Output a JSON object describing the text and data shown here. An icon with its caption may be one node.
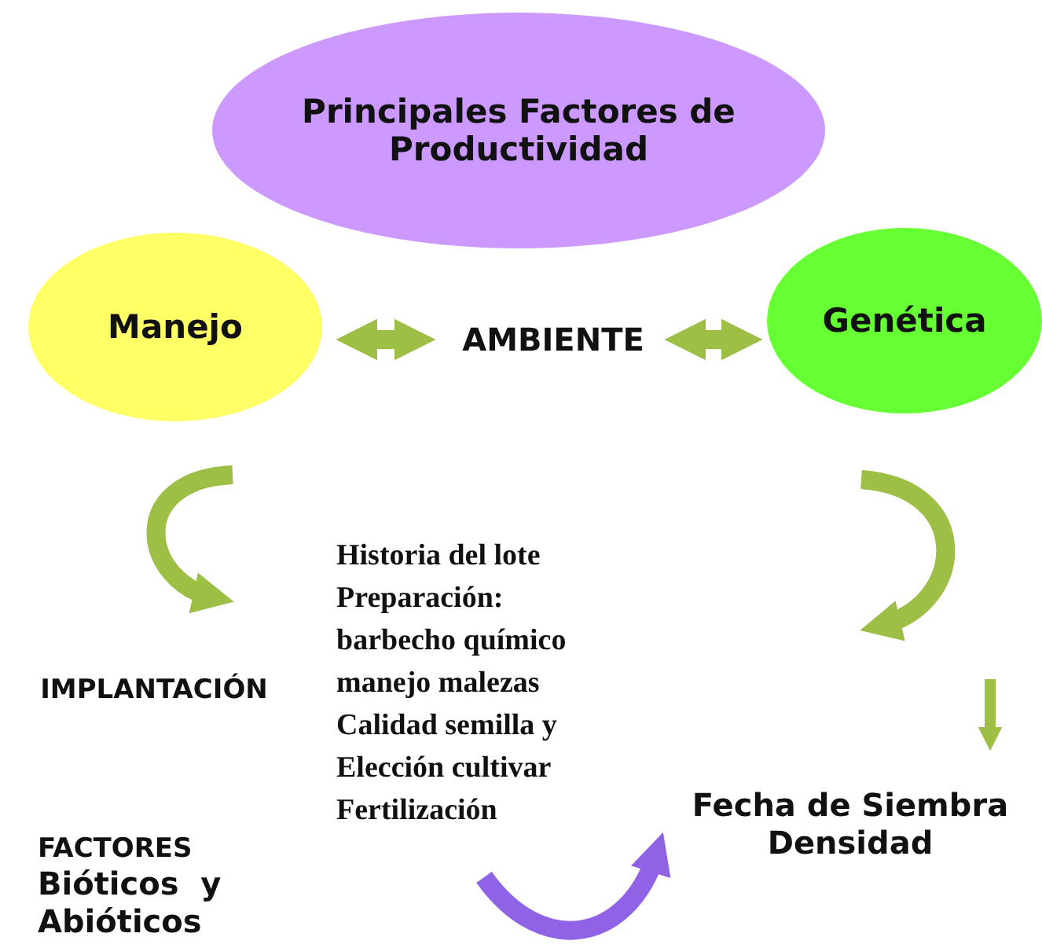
{
  "diagram": {
    "nodes": [
      {
        "text": [
          "Principales Factores de Productividad"
        ]
      },
      {
        "text": [
          "Manejo"
        ]
      },
      {
        "text": [
          "AMBIENTE"
        ]
      },
      {
        "text": [
          "Genética"
        ]
      },
      {
        "text": [
          "IMPLANTACIÓN"
        ]
      },
      {
        "text": [
          "Historia del lote Preparación: barbecho químico manejo malezas Calidad semilla y Elección cultivar Fertilización"
        ]
      },
      {
        "text": [
          "Fecha de Siembra Densidad"
        ]
      },
      {
        "text": [
          "FACTORES",
          "Bióticos  y Abióticos"
        ]
      }
    ],
    "edges": [
      {
        "from": 1,
        "to": 2,
        "arrow": "both"
      },
      {
        "from": 2,
        "to": 3,
        "arrow": "both"
      },
      {
        "from": 1,
        "to": 4,
        "arrow": "to"
      },
      {
        "from": 3,
        "to": null,
        "arrow": "to"
      },
      {
        "from": null,
        "to": 6,
        "arrow": "to"
      },
      {
        "from": null,
        "to": 6,
        "arrow": "to",
        "color": "#8f62e6"
      }
    ]
  }
}
